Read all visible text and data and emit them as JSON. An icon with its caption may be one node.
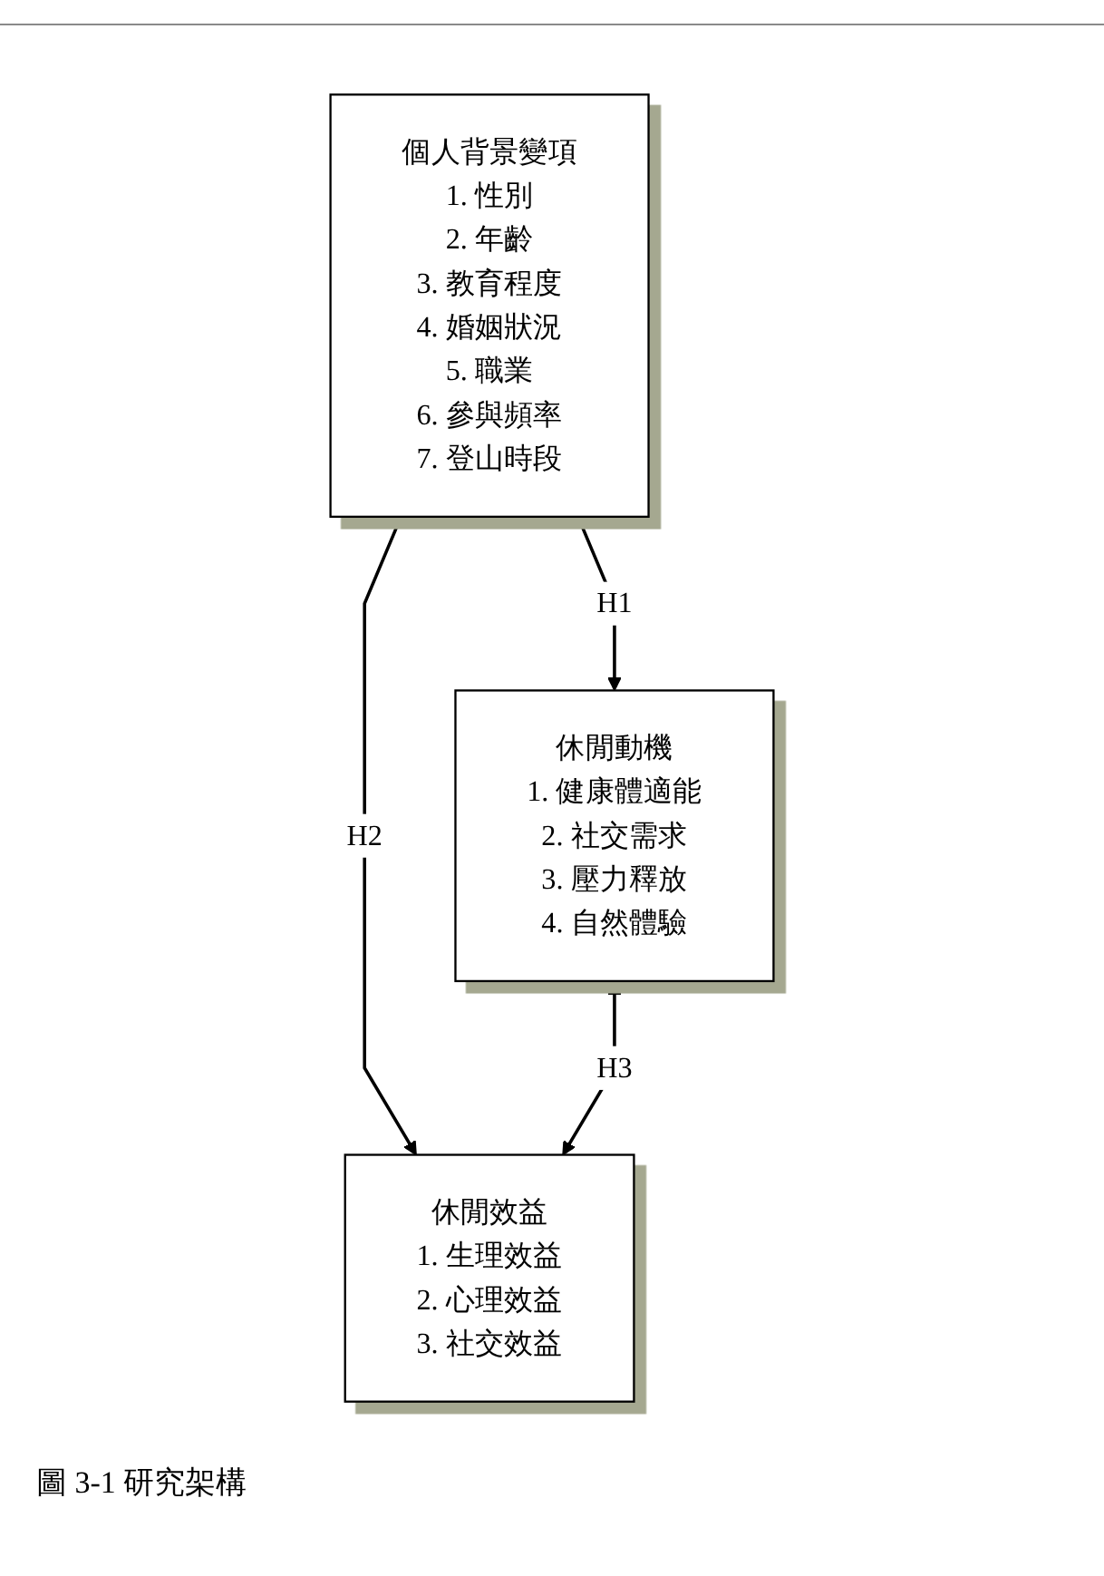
{
  "diagram": {
    "caption": "圖 3-1 研究架構",
    "nodes": [
      {
        "text": [
          "個人背景變項",
          "1. 性別",
          "2. 年齡",
          "3. 教育程度",
          "4. 婚姻狀況",
          "5. 職業",
          "6. 參與頻率",
          "7. 登山時段"
        ]
      },
      {
        "text": [
          "休閒動機",
          "1. 健康體適能",
          "2. 社交需求",
          "3. 壓力釋放",
          "4. 自然體驗"
        ]
      },
      {
        "text": [
          "休閒效益",
          "1. 生理效益",
          "2. 心理效益",
          "3. 社交效益"
        ]
      }
    ],
    "edges": [
      {
        "from": 0,
        "to": 1,
        "arrow": "to",
        "label": "H1"
      },
      {
        "from": 0,
        "to": 2,
        "arrow": "to",
        "label": "H2"
      },
      {
        "from": 1,
        "to": 2,
        "arrow": "both",
        "label": "H3"
      }
    ]
  }
}
